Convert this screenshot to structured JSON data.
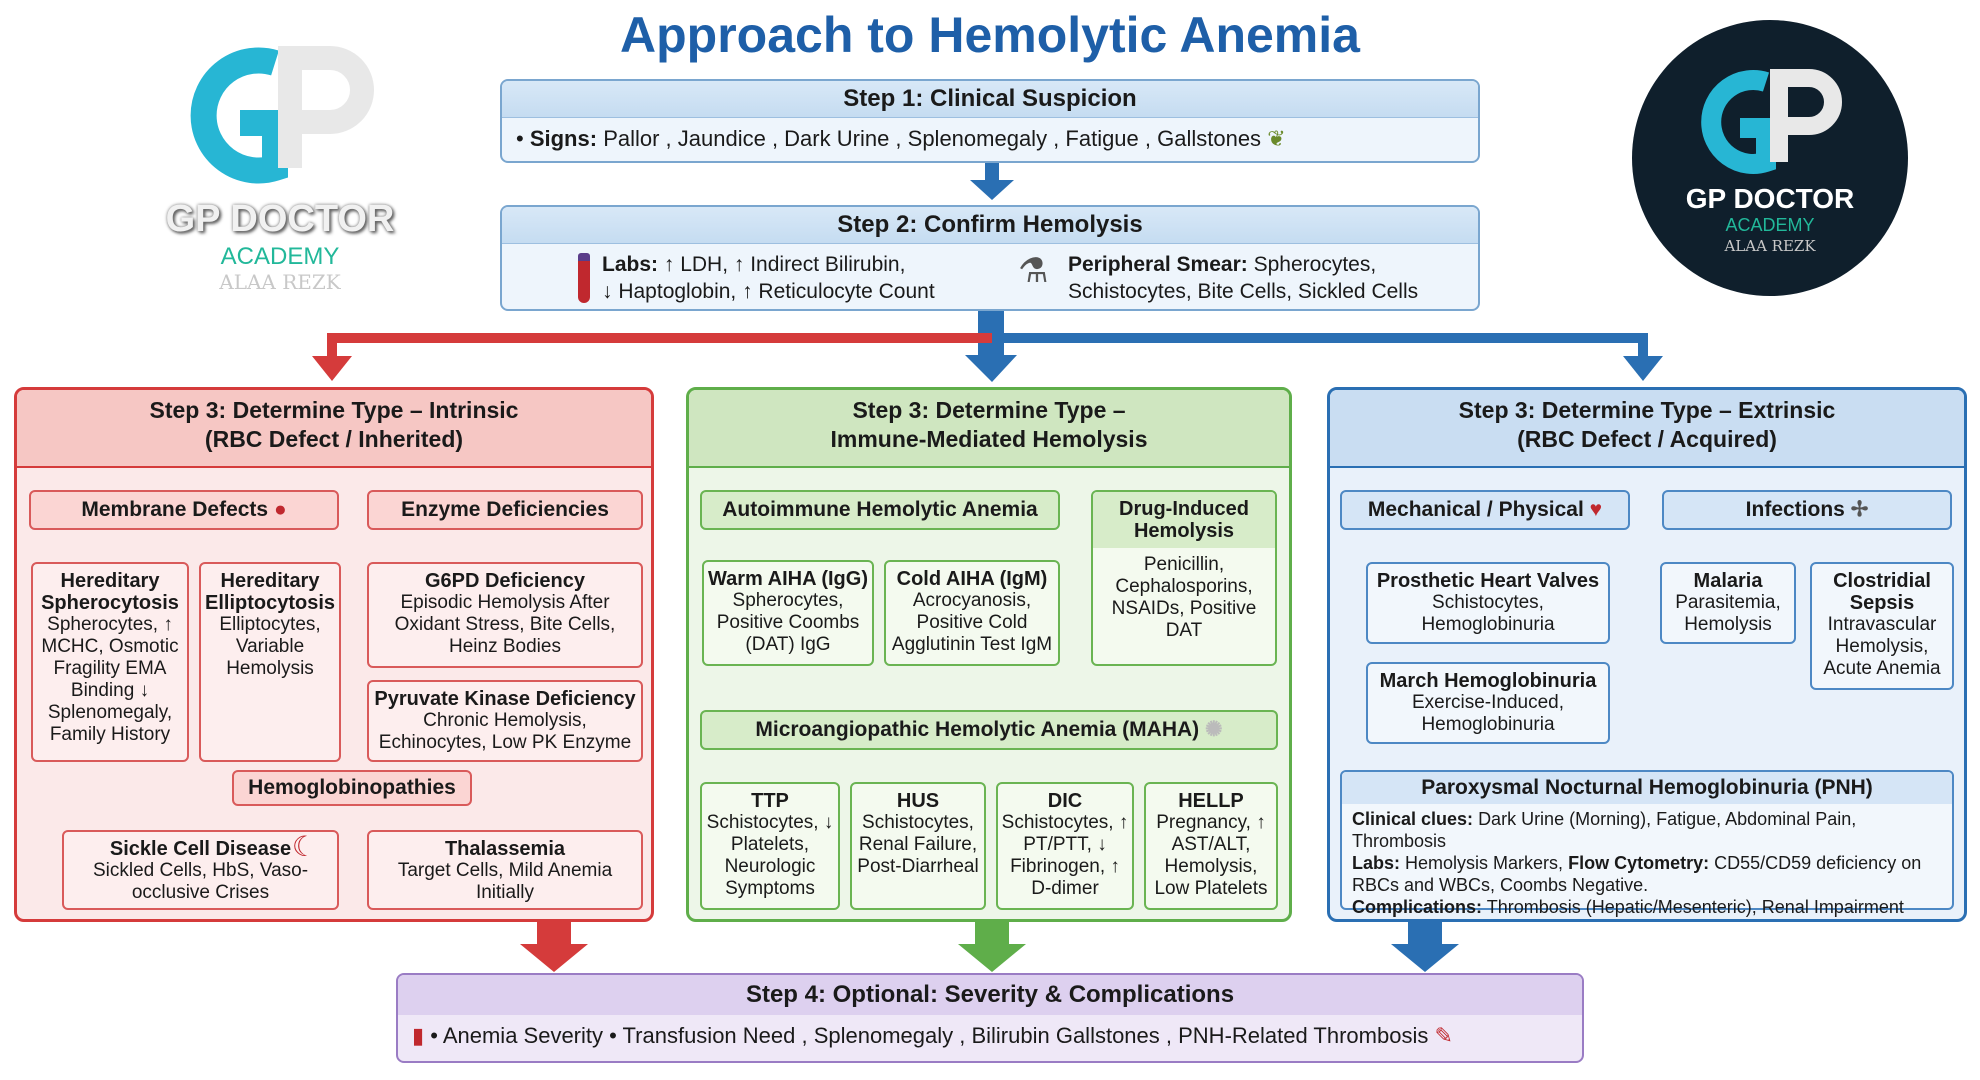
{
  "title": "Approach to Hemolytic Anemia",
  "logo_left": {
    "brand": "GP DOCTOR",
    "academy": "ACADEMY",
    "author": "ALAA REZK"
  },
  "logo_right": {
    "brand": "GP DOCTOR",
    "academy": "ACADEMY",
    "author": "ALAA REZK"
  },
  "step1": {
    "title": "Step 1: Clinical Suspicion",
    "bullet": "•",
    "signs_label": "Signs:",
    "signs": "Pallor , Jaundice , Dark Urine , Splenomegaly , Fatigue , Gallstones"
  },
  "step2": {
    "title": "Step 2: Confirm Hemolysis",
    "labs_label": "Labs:",
    "labs_line1": "↑ LDH, ↑ Indirect Bilirubin,",
    "labs_line2": "↓ Haptoglobin, ↑ Reticulocyte Count",
    "smear_label": "Peripheral Smear:",
    "smear_line1": "Spherocytes,",
    "smear_line2": "Schistocytes, Bite Cells, Sickled Cells"
  },
  "intrinsic": {
    "title1": "Step 3: Determine Type – Intrinsic",
    "title2": "(RBC Defect / Inherited)",
    "membrane": "Membrane Defects",
    "enzyme": "Enzyme Deficiencies",
    "hs_title": "Hereditary Spherocytosis",
    "hs_text": "Spherocytes, ↑ MCHC, Osmotic Fragility EMA Binding ↓ Splenomegaly, Family History",
    "he_title": "Hereditary Elliptocytosis",
    "he_text": "Elliptocytes, Variable Hemolysis",
    "g6pd_title": "G6PD Deficiency",
    "g6pd_text": "Episodic Hemolysis After Oxidant Stress, Bite Cells, Heinz Bodies",
    "pk_title": "Pyruvate Kinase Deficiency",
    "pk_text": "Chronic Hemolysis, Echinocytes, Low PK Enzyme",
    "hgb": "Hemoglobinopathies",
    "scd_title": "Sickle Cell Disease",
    "scd_text": "Sickled Cells, HbS, Vaso-occlusive Crises",
    "thal_title": "Thalassemia",
    "thal_text": "Target Cells, Mild Anemia Initially"
  },
  "immune": {
    "title1": "Step 3: Determine Type –",
    "title2": "Immune-Mediated Hemolysis",
    "aiha": "Autoimmune Hemolytic Anemia",
    "warm_title": "Warm AIHA (IgG)",
    "warm_text": "Spherocytes, Positive Coombs (DAT) IgG",
    "cold_title": "Cold AIHA (IgM)",
    "cold_text": "Acrocyanosis, Positive Cold Agglutinin Test IgM",
    "drug_title": "Drug-Induced Hemolysis",
    "drug_text": "Penicillin, Cephalosporins, NSAIDs, Positive DAT",
    "maha": "Microangiopathic Hemolytic Anemia (MAHA)",
    "ttp_title": "TTP",
    "ttp_text": "Schistocytes, ↓ Platelets, Neurologic Symptoms",
    "hus_title": "HUS",
    "hus_text": "Schistocytes, Renal Failure, Post-Diarrheal",
    "dic_title": "DIC",
    "dic_text": "Schistocytes, ↑ PT/PTT, ↓ Fibrinogen, ↑ D-dimer",
    "hellp_title": "HELLP",
    "hellp_text": "Pregnancy, ↑ AST/ALT, Hemolysis, Low Platelets"
  },
  "extrinsic": {
    "title1": "Step 3: Determine Type – Extrinsic",
    "title2": "(RBC Defect / Acquired)",
    "mech": "Mechanical / Physical",
    "infections": "Infections",
    "phv_title": "Prosthetic Heart Valves",
    "phv_text": "Schistocytes, Hemoglobinuria",
    "march_title": "March Hemoglobinuria",
    "march_text": "Exercise-Induced, Hemoglobinuria",
    "malaria_title": "Malaria",
    "malaria_text": "Parasitemia, Hemolysis",
    "clost_title": "Clostridial Sepsis",
    "clost_text": "Intravascular Hemolysis, Acute Anemia",
    "pnh_title": "Paroxysmal Nocturnal Hemoglobinuria (PNH)",
    "pnh_clues_label": "Clinical clues:",
    "pnh_clues": "Dark Urine (Morning), Fatigue, Abdominal Pain, Thrombosis",
    "pnh_labs_label": "Labs:",
    "pnh_labs_a": "Hemolysis Markers,",
    "pnh_flow_label": "Flow Cytometry:",
    "pnh_labs_b": "CD55/CD59 deficiency on RBCs and WBCs, Coombs Negative.",
    "pnh_comp_label": "Complications:",
    "pnh_comp": "Thrombosis (Hepatic/Mesenteric), Renal Impairment"
  },
  "step4": {
    "title": "Step 4: Optional: Severity & Complications",
    "items": "• Anemia Severity  • Transfusion Need , Splenomegaly , Bilirubin Gallstones , PNH-Related Thrombosis"
  },
  "colors": {
    "title": "#1e5fa8",
    "red": "#d53b3b",
    "green": "#5fae4a",
    "blue": "#2a6fb3",
    "purple": "#9a7cc4"
  },
  "icons": [
    "pallor-face-icon",
    "eye-icon",
    "urine-cup-icon",
    "spleen-icon",
    "fatigue-person-icon",
    "gallbladder-icon",
    "blood-tube-icon",
    "microscope-icon",
    "rbc-icon",
    "heart-icon",
    "mosquito-icon",
    "crescent-icon",
    "thermometer-icon",
    "blood-drop-icon",
    "thrombus-icon"
  ]
}
